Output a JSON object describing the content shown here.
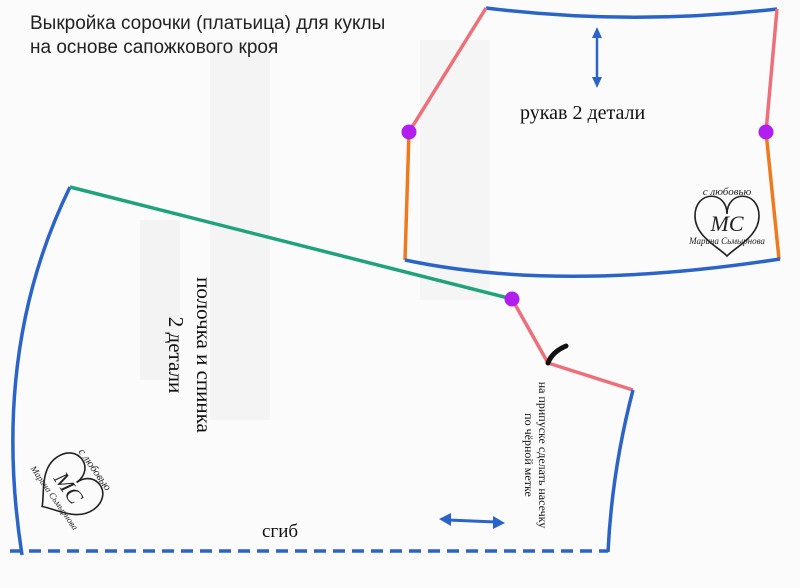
{
  "title": {
    "line1": "Выкройка сорочки (платьица) для куклы",
    "line2": "на основе сапожкового кроя"
  },
  "sleeve": {
    "label": "рукав 2 детали"
  },
  "body_piece": {
    "label_line1": "полочка и спинка",
    "label_line2": "2 детали"
  },
  "notch_note": {
    "line1": "на припуске сделать насечку",
    "line2": "по чёрной метке"
  },
  "fold_label": "сгиб",
  "watermark": {
    "monogram": "МС",
    "top_text": "с любовью",
    "bottom_text": "Марина Сьмырнова"
  },
  "colors": {
    "blue": "#2a64c8",
    "red": "#ee6f79",
    "orange": "#ef7a1e",
    "green": "#1ea37a",
    "purple": "#b21ef0",
    "black": "#111111",
    "background": "#fbfbfb"
  }
}
